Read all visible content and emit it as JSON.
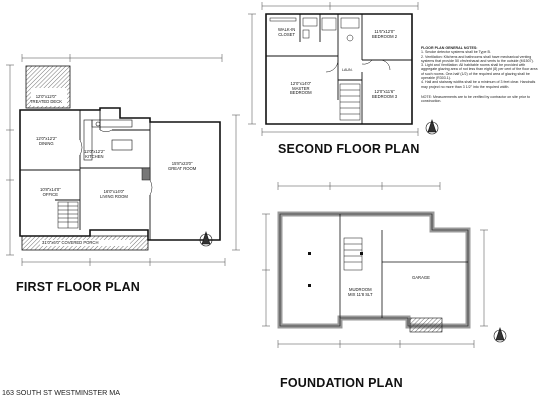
{
  "titles": {
    "first_floor": "FIRST FLOOR PLAN",
    "second_floor": "SECOND FLOOR PLAN",
    "foundation": "FOUNDATION PLAN"
  },
  "address": "163 SOUTH ST WESTMINSTER MA",
  "first_floor_rooms": {
    "deck": "12'0\"x12'0\"\nTREATED DECK",
    "dining": "12'0\"x12'2\"\nDINING",
    "kitchen": "12'0\"x12'2\"\nKITCHEN",
    "great_room": "15'8\"x23'0\"\nGREAT ROOM",
    "office": "10'8\"x14'0\"\nOFFICE",
    "living_room": "16'0\"x14'0\"\nLIVING ROOM",
    "porch": "31'0\"x6'0\" COVERED PORCH"
  },
  "second_floor_rooms": {
    "walk_in_closet": "WALK-IN\nCLOSET",
    "bedroom_2": "11'6\"x12'0\"\nBEDROOM 2",
    "master_bedroom": "12'0\"x14'0\"\nMASTER\nBEDROOM",
    "bedroom_3": "12'0\"x11'6\"\nBEDROOM 3",
    "laundry": "LAUN."
  },
  "foundation_rooms": {
    "mudroom": "MUDROOM\nMIX 11'8 SLT",
    "garage": "GARAGE"
  },
  "notes": {
    "heading": "FLOOR PLAN GENERAL NOTES:",
    "items": [
      "1. Smoke detector systems shall be Type B.",
      "2. Ventilation: Kitchens and bathrooms shall have mechanical venting systems that provide 50 cfm/exhaust and vents to the outside (M1507).",
      "3. Light and Ventilation: All habitable rooms shall be provided with aggregate glazing area of not less than eight (8) per cent of the floor area of such rooms. One-half (1/2) of the required area of glazing shall be operable (R303.1).",
      "4. Hall and stairway widths shall be a minimum of 3 feet clear. Handrails may project no more than 3 1/2\" into the required width."
    ],
    "footnote": "NOTE: Measurements are to be verified by contractor on site prior to construction."
  }
}
